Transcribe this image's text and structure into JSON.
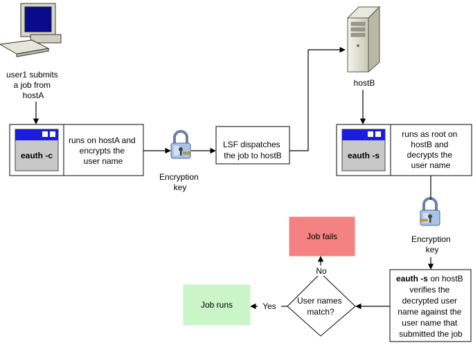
{
  "workstation": {
    "caption": [
      "user1 submits",
      "a job from",
      "hostA"
    ]
  },
  "server": {
    "caption": "hostB"
  },
  "client_window": {
    "command": "eauth -c"
  },
  "client_note": {
    "lines": [
      "runs on hostA and",
      "encrypts the",
      "user name"
    ]
  },
  "key_left": {
    "caption": [
      "Encryption",
      "key"
    ]
  },
  "dispatch": {
    "lines": [
      "LSF dispatches",
      "the job to hostB"
    ]
  },
  "server_window": {
    "command": "eauth -s"
  },
  "server_note": {
    "lines": [
      "runs as root on",
      "hostB and",
      "decrypts the",
      "user name"
    ]
  },
  "key_right": {
    "caption": [
      "Encryption",
      "key"
    ]
  },
  "verify": {
    "command": "eauth -s",
    "first_rest": " on hostB",
    "lines": [
      "verifies the",
      "decrypted user",
      "name against the",
      "user name that",
      "submitted the job"
    ]
  },
  "decision": {
    "lines": [
      "User names",
      "match?"
    ]
  },
  "fail": {
    "label": "Job fails"
  },
  "runs": {
    "label": "Job runs"
  },
  "edges": {
    "no_label": "No",
    "yes_label": "Yes"
  },
  "colors": {
    "fail_fill": "#f58282",
    "runs_fill": "#c9f5c9",
    "titlebar": "#1c1ce0",
    "window_bg": "#c8c8c8"
  }
}
